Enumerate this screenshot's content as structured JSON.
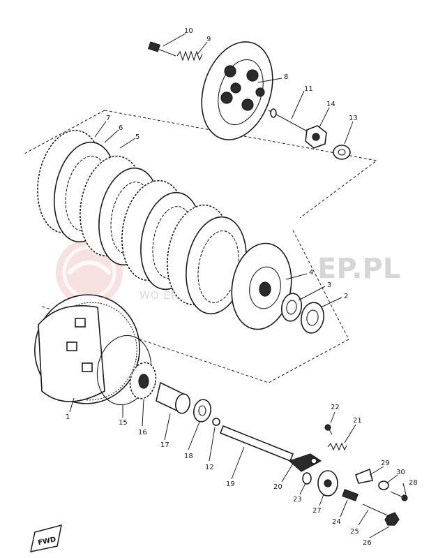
{
  "watermark": {
    "main": "EP.PL",
    "sub": "WO          ER YAMAHA",
    "logo_color": "#f2c9c9",
    "text_color": "#d6d6d6"
  },
  "corner_badge": "FWD",
  "labels": [
    {
      "id": "1",
      "text": "1"
    },
    {
      "id": "2",
      "text": "2"
    },
    {
      "id": "3",
      "text": "3"
    },
    {
      "id": "4",
      "text": "4"
    },
    {
      "id": "5",
      "text": "5"
    },
    {
      "id": "6",
      "text": "6"
    },
    {
      "id": "7",
      "text": "7"
    },
    {
      "id": "8",
      "text": "8"
    },
    {
      "id": "9",
      "text": "9"
    },
    {
      "id": "10",
      "text": "10"
    },
    {
      "id": "11",
      "text": "11"
    },
    {
      "id": "12",
      "text": "12"
    },
    {
      "id": "13",
      "text": "13"
    },
    {
      "id": "14",
      "text": "14"
    },
    {
      "id": "15",
      "text": "15"
    },
    {
      "id": "16",
      "text": "16"
    },
    {
      "id": "17",
      "text": "17"
    },
    {
      "id": "18",
      "text": "18"
    },
    {
      "id": "19",
      "text": "19"
    },
    {
      "id": "20",
      "text": "20"
    },
    {
      "id": "21",
      "text": "21"
    },
    {
      "id": "22",
      "text": "22"
    },
    {
      "id": "23",
      "text": "23"
    },
    {
      "id": "24",
      "text": "24"
    },
    {
      "id": "25",
      "text": "25"
    },
    {
      "id": "26",
      "text": "26"
    },
    {
      "id": "27",
      "text": "27"
    },
    {
      "id": "28",
      "text": "28"
    },
    {
      "id": "29",
      "text": "29"
    },
    {
      "id": "30",
      "text": "30"
    }
  ]
}
